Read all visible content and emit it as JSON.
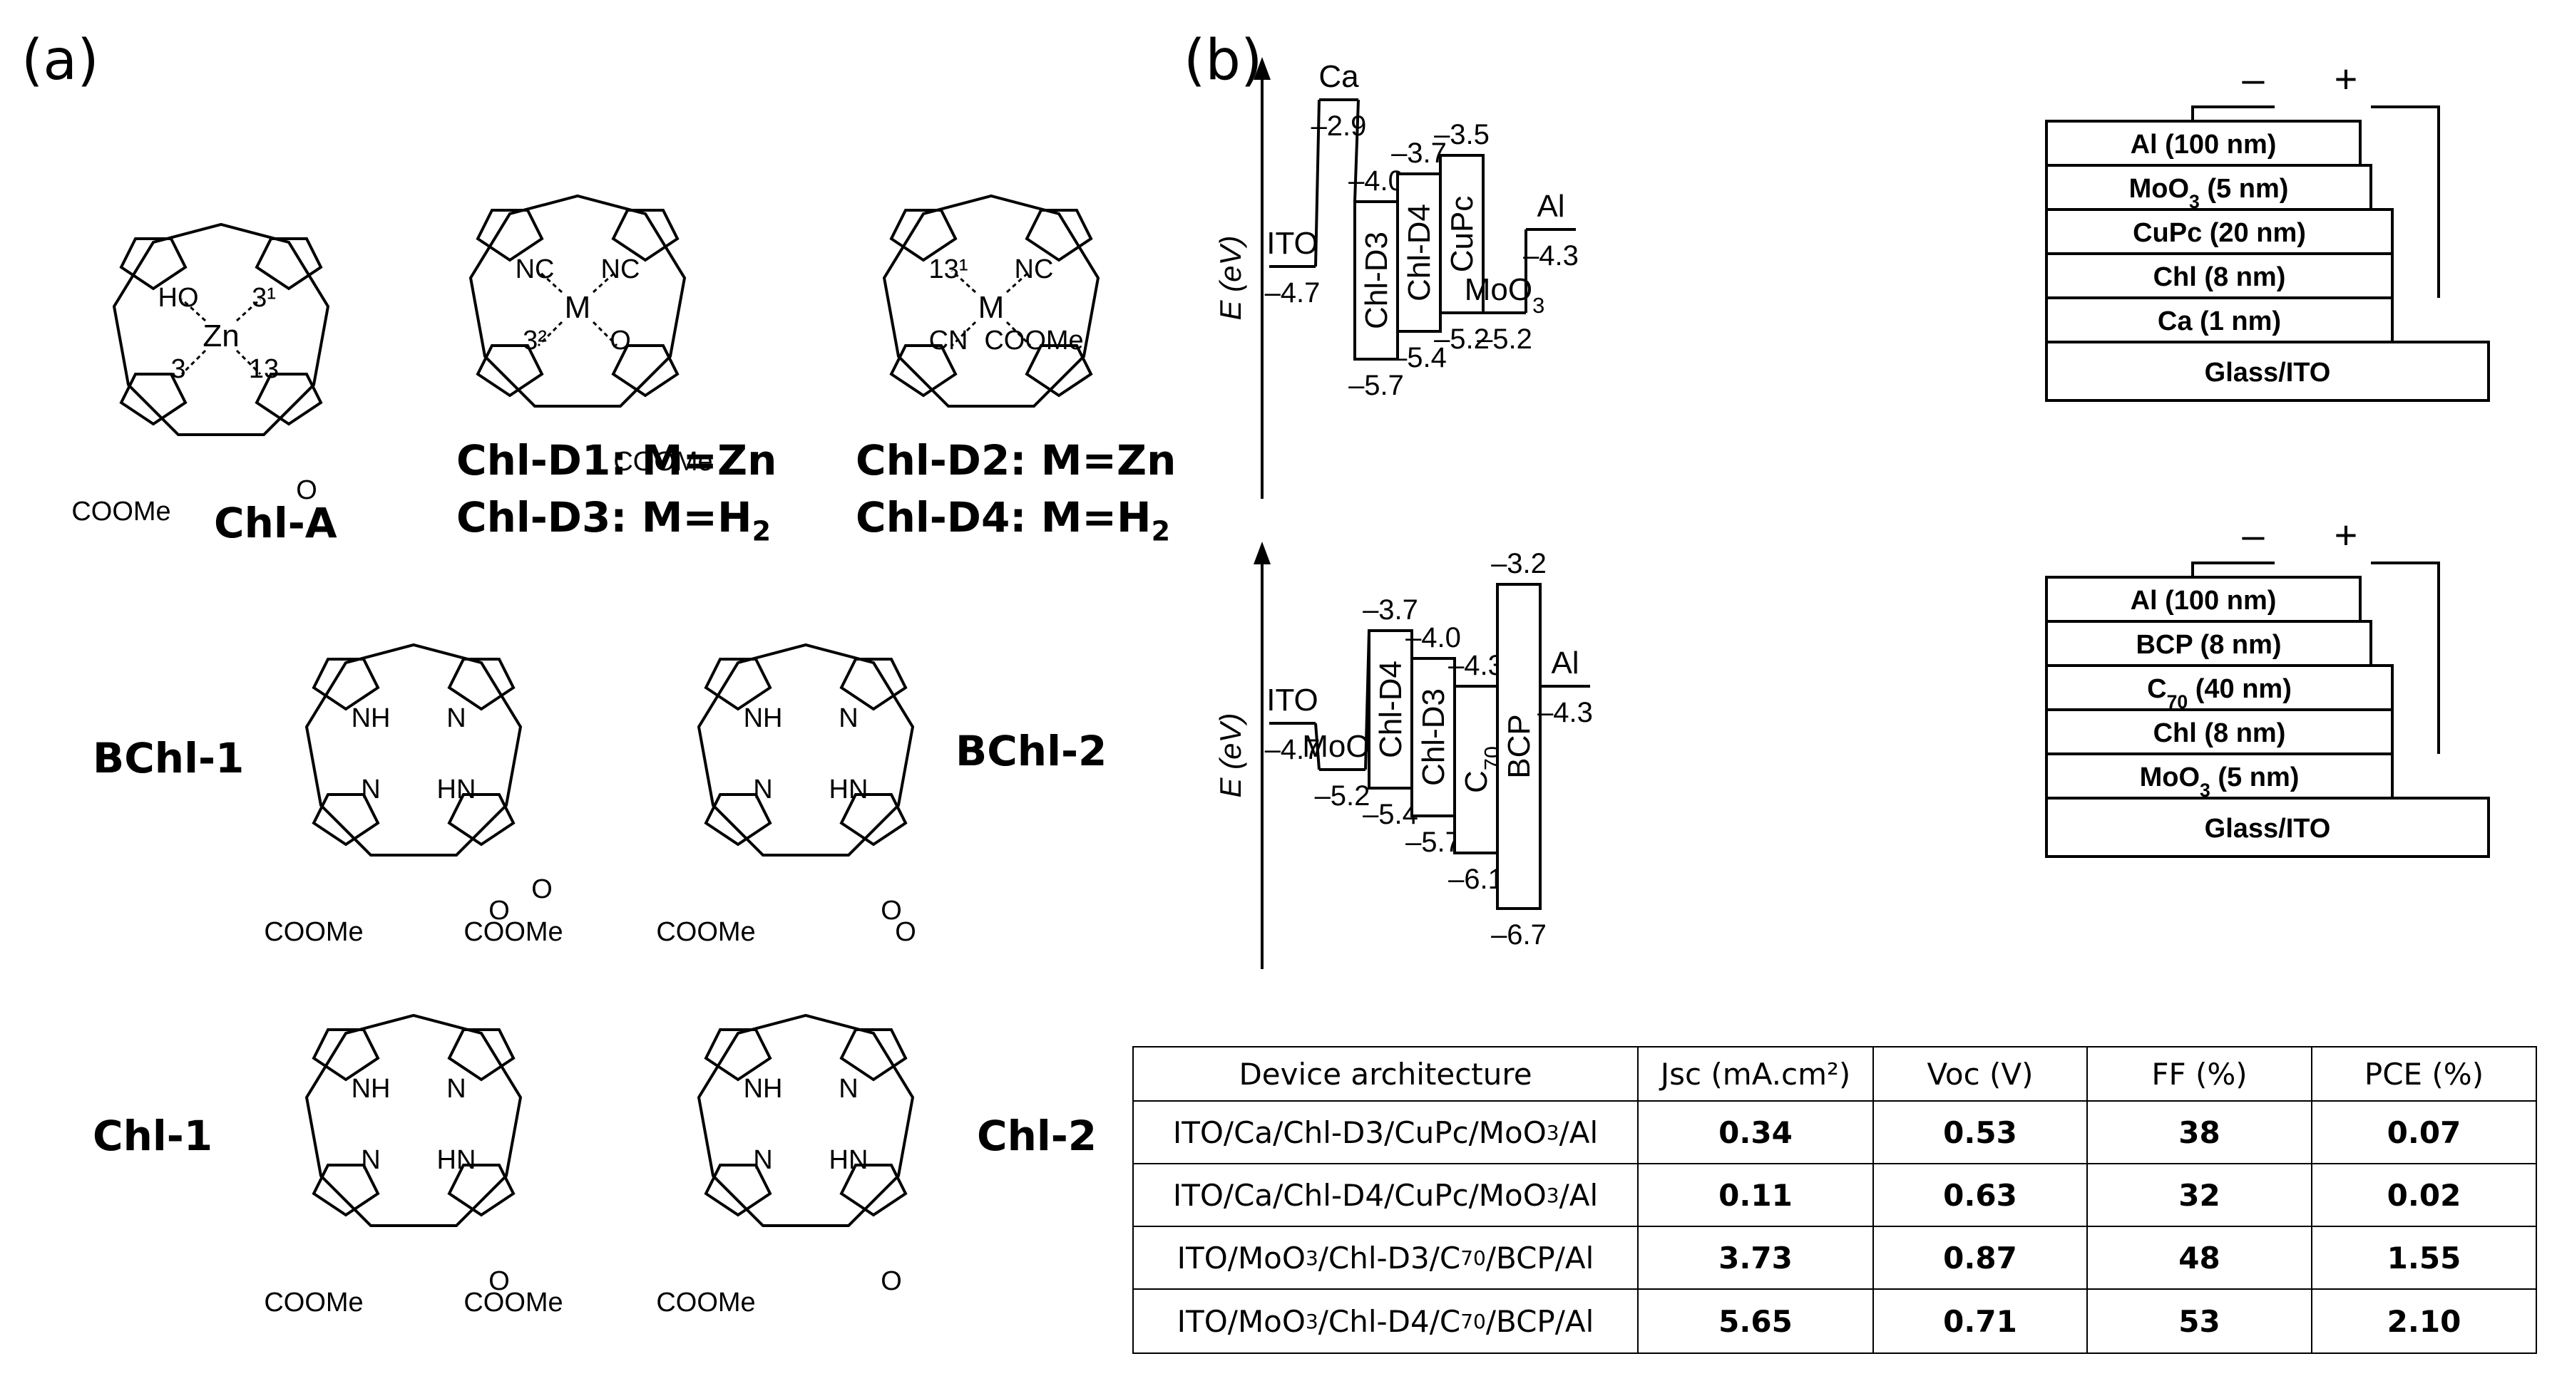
{
  "panel_a_label": "(a)",
  "panel_b_label": "(b)",
  "molecules": {
    "chl_a": {
      "name": "Chl-A",
      "metal": "Zn",
      "labels": [
        "HO",
        "3¹",
        "3",
        "13",
        "O",
        "COOMe"
      ]
    },
    "chl_d1_d3": {
      "name1": "Chl-D1: M=Zn",
      "name2_prefix": "Chl-D3: M=H",
      "name2_sub": "2",
      "metal": "M",
      "labels": [
        "NC",
        "NC",
        "3²",
        "O",
        "COOMe"
      ]
    },
    "chl_d2_d4": {
      "name1": "Chl-D2: M=Zn",
      "name2_prefix": "Chl-D4: M=H",
      "name2_sub": "2",
      "metal": "M",
      "labels": [
        "13¹",
        "NC",
        "CN",
        "COOMe"
      ]
    },
    "bchl_1": {
      "name": "BChl-1",
      "labels": [
        "NH",
        "N",
        "N",
        "HN",
        "O",
        "COOMe",
        "COOMe",
        "O"
      ]
    },
    "bchl_2": {
      "name": "BChl-2",
      "labels": [
        "NH",
        "N",
        "N",
        "HN",
        "O",
        "COOMe",
        "O"
      ]
    },
    "chl_1": {
      "name": "Chl-1",
      "labels": [
        "NH",
        "N",
        "N",
        "HN",
        "O",
        "COOMe",
        "COOMe"
      ]
    },
    "chl_2": {
      "name": "Chl-2",
      "labels": [
        "NH",
        "N",
        "N",
        "HN",
        "O",
        "COOMe"
      ]
    }
  },
  "energy_diagram_top": {
    "axis_label": "E (eV)",
    "levels": [
      {
        "name": "ITO",
        "value": "–4.7"
      },
      {
        "name": "Ca",
        "value": "–2.9"
      },
      {
        "name": "Chl-D3",
        "lumo": "–4.0",
        "homo": "–5.7"
      },
      {
        "name": "Chl-D4",
        "lumo": "–3.7",
        "homo": "–5.4"
      },
      {
        "name": "CuPc",
        "lumo": "–3.5",
        "homo": "–5.2"
      },
      {
        "name": "MoO3",
        "value": "–5.2"
      },
      {
        "name": "Al",
        "value": "–4.3"
      }
    ]
  },
  "energy_diagram_bottom": {
    "axis_label": "E (eV)",
    "levels": [
      {
        "name": "ITO",
        "value": "–4.7"
      },
      {
        "name": "MoO3",
        "value": "–5.2"
      },
      {
        "name": "Chl-D4",
        "lumo": "–3.7",
        "homo": "–5.4"
      },
      {
        "name": "Chl-D3",
        "lumo": "–4.0",
        "homo": "–5.7"
      },
      {
        "name": "C70",
        "lumo": "–4.3",
        "homo": "–6.1"
      },
      {
        "name": "BCP",
        "lumo": "–3.2",
        "homo": "–6.7"
      },
      {
        "name": "Al",
        "value": "–4.3"
      }
    ]
  },
  "device_stack_top": {
    "minus": "–",
    "plus": "+",
    "layers": [
      "Al (100 nm)",
      "MoO3 (5 nm)",
      "CuPc (20 nm)",
      "Chl (8 nm)",
      "Ca (1 nm)",
      "Glass/ITO"
    ]
  },
  "device_stack_bottom": {
    "minus": "–",
    "plus": "+",
    "layers": [
      "Al (100 nm)",
      "BCP (8 nm)",
      "C70 (40 nm)",
      "Chl (8 nm)",
      "MoO3 (5 nm)",
      "Glass/ITO"
    ]
  },
  "table": {
    "headers": [
      "Device architecture",
      "Jsc (mA.cm²)",
      "Voc (V)",
      "FF (%)",
      "PCE (%)"
    ],
    "rows": [
      [
        "ITO/Ca/Chl-D3/CuPc/MoO3/Al",
        "0.34",
        "0.53",
        "38",
        "0.07"
      ],
      [
        "ITO/Ca/Chl-D4/CuPc/MoO3/Al",
        "0.11",
        "0.63",
        "32",
        "0.02"
      ],
      [
        "ITO/MoO3/Chl-D3/C70/BCP/Al",
        "3.73",
        "0.87",
        "48",
        "1.55"
      ],
      [
        "ITO/MoO3/Chl-D4/C70/BCP/Al",
        "5.65",
        "0.71",
        "53",
        "2.10"
      ]
    ]
  }
}
